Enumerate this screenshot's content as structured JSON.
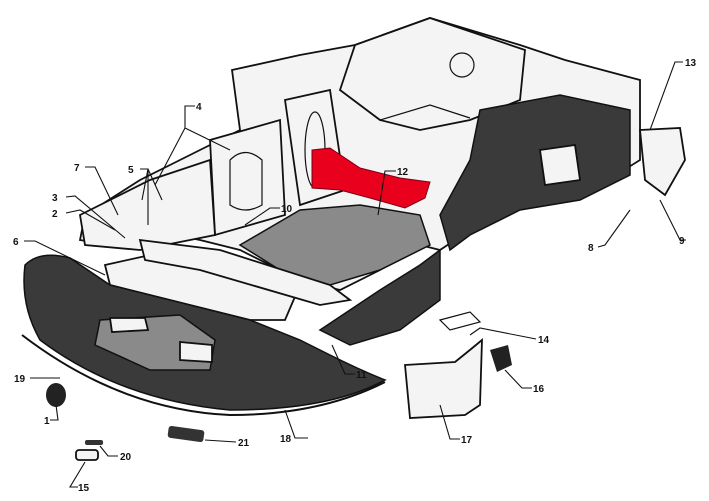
{
  "diagram": {
    "highlight_color": "#e8001c",
    "labels": [
      {
        "id": "1",
        "text": "1"
      },
      {
        "id": "2",
        "text": "2"
      },
      {
        "id": "3",
        "text": "3"
      },
      {
        "id": "4",
        "text": "4"
      },
      {
        "id": "5",
        "text": "5"
      },
      {
        "id": "6",
        "text": "6"
      },
      {
        "id": "7",
        "text": "7"
      },
      {
        "id": "8",
        "text": "8"
      },
      {
        "id": "9",
        "text": "9"
      },
      {
        "id": "10",
        "text": "10"
      },
      {
        "id": "11",
        "text": "11"
      },
      {
        "id": "12",
        "text": "12"
      },
      {
        "id": "13",
        "text": "13"
      },
      {
        "id": "14",
        "text": "14"
      },
      {
        "id": "15",
        "text": "15"
      },
      {
        "id": "16",
        "text": "16"
      },
      {
        "id": "17",
        "text": "17"
      },
      {
        "id": "18",
        "text": "18"
      },
      {
        "id": "19",
        "text": "19"
      },
      {
        "id": "20",
        "text": "20"
      },
      {
        "id": "21",
        "text": "21"
      }
    ]
  }
}
